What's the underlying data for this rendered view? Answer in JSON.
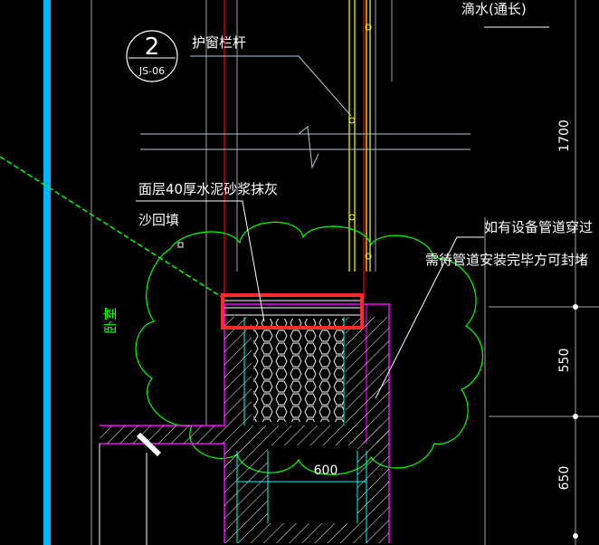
{
  "colors": {
    "background": "#000000",
    "cyan_bar": "#00b4ff",
    "red_line": "#ff0000",
    "yellow_line": "#ffff00",
    "green_cloud": "#00ff00",
    "magenta": "#ff00ff",
    "highlight": "#ff2a2a",
    "hatch": "#ffffff",
    "cyan_line": "#00ffff",
    "text": "#ffffff"
  },
  "labels": {
    "detail_number": "2",
    "detail_sheet": "JS-06",
    "railing": "护窗栏杆",
    "top_note": "滴水(通长)",
    "surface_note": "面层40厚水泥砂浆抹灰",
    "backfill": "沙回填",
    "pipe_note_1": "如有设备管道穿过",
    "pipe_note_2": "需待管道安装完毕方可封堵",
    "bedroom": "卧室"
  },
  "dimensions": {
    "dim_1700": "1700",
    "dim_550": "550",
    "dim_650": "650",
    "dim_600": "600"
  }
}
